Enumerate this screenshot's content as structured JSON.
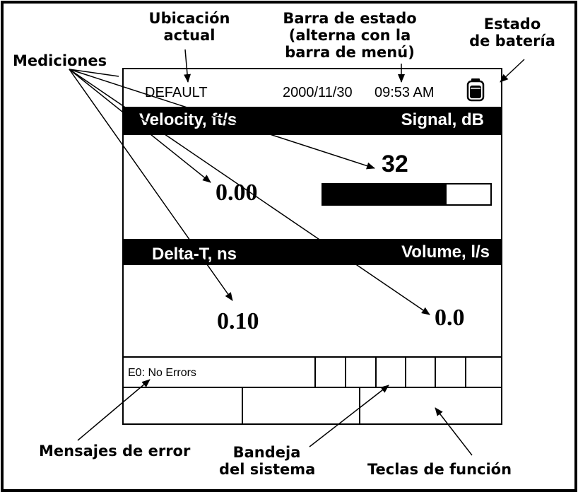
{
  "annotations": {
    "current_location": [
      "Ubicación",
      "actual"
    ],
    "status_bar": [
      "Barra de estado",
      "(alterna con la",
      "barra de menú)"
    ],
    "battery_status": [
      "Estado",
      "de batería"
    ],
    "measurements": "Mediciones",
    "error_messages": "Mensajes de error",
    "system_tray": [
      "Bandeja",
      "del sistema"
    ],
    "function_keys": "Teclas de función"
  },
  "screen": {
    "location": "DEFAULT",
    "date": "2000/11/30",
    "time": "09:53 AM",
    "battery_icon": "battery-icon",
    "measurements": {
      "top_left_label": "Velocity, ft/s",
      "top_right_label": "Signal, dB",
      "top_left_value": "0.00",
      "top_right_value": "32",
      "signal_bar_fill": 0.74,
      "bottom_left_label": "Delta-T, ns",
      "bottom_right_label": "Volume, l/s",
      "bottom_left_value": "0.10",
      "bottom_right_value": "0.0"
    },
    "error_message": "E0: No Errors"
  }
}
